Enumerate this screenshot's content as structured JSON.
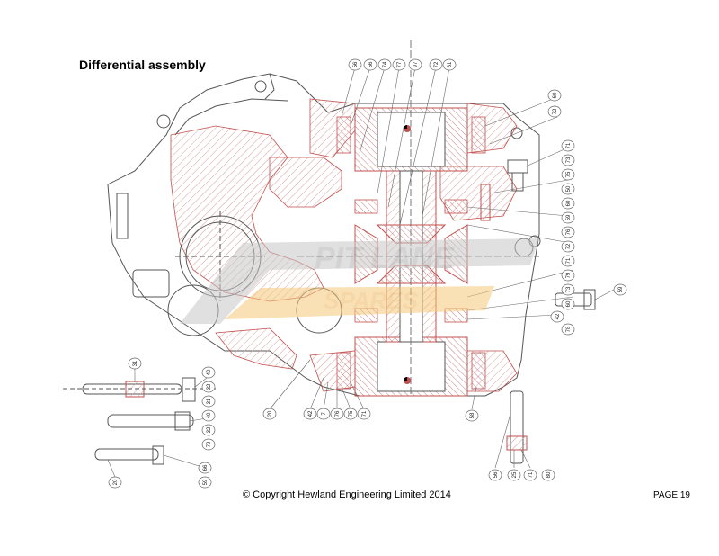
{
  "page": {
    "title": "Differential assembly",
    "copyright": "© Copyright Hewland Engineering Limited 2014",
    "page_number": "PAGE 19"
  },
  "watermark": {
    "line1": "PIT LANE",
    "line2": "SPARES",
    "color_primary": "#c8c8c8",
    "color_accent": "#f5c77a"
  },
  "colors": {
    "line": "#555555",
    "section_red": "#c0504d",
    "hatch": "#d9a0a0"
  },
  "part_labels": [
    "56",
    "56",
    "74",
    "77",
    "97",
    "72",
    "61",
    "60",
    "72",
    "71",
    "73",
    "75",
    "50",
    "60",
    "59",
    "76",
    "72",
    "71",
    "79",
    "73",
    "60",
    "42",
    "78",
    "59",
    "31",
    "40",
    "32",
    "31",
    "40",
    "32",
    "79",
    "66",
    "59",
    "20",
    "20",
    "42",
    "7",
    "76",
    "75",
    "71",
    "58",
    "56",
    "25",
    "71",
    "80"
  ]
}
